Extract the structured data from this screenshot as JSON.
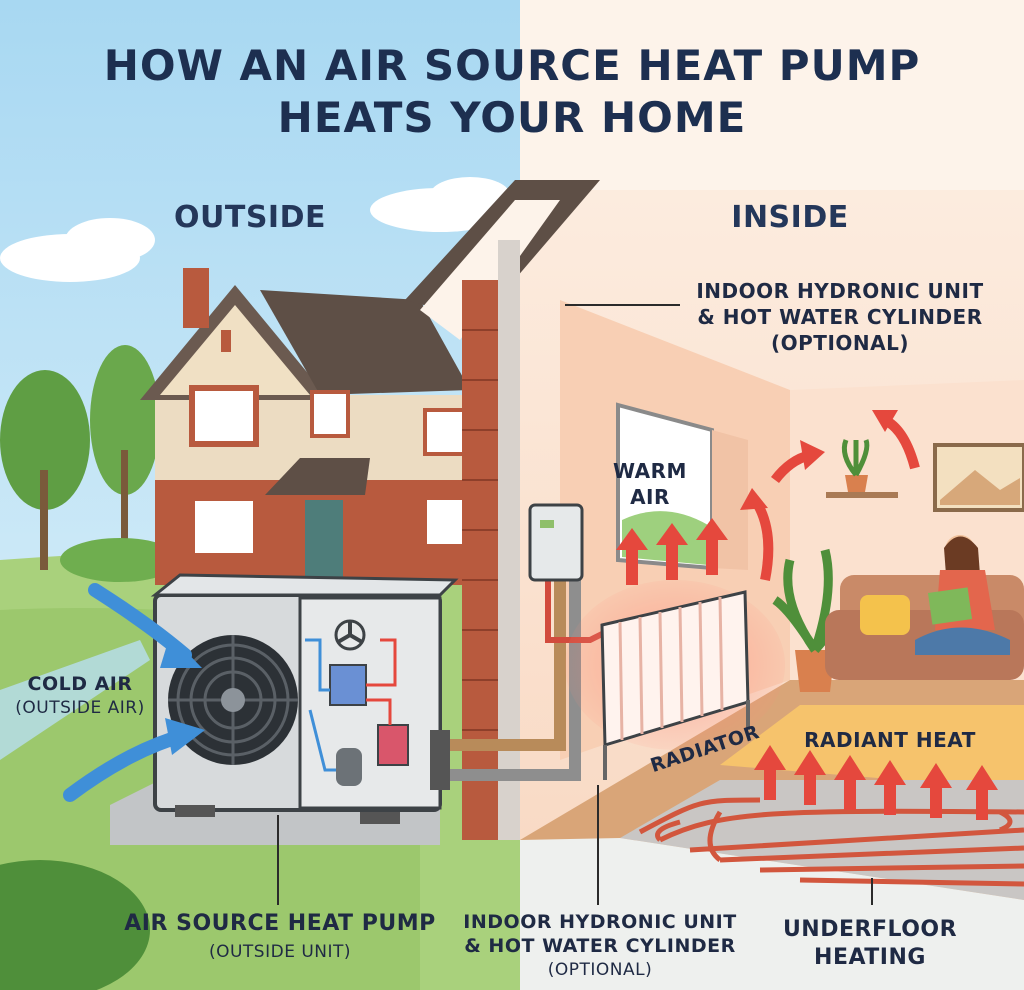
{
  "title": [
    "HOW AN AIR SOURCE HEAT PUMP",
    "HEATS YOUR HOME"
  ],
  "labels": {
    "outside": "OUTSIDE",
    "inside": "INSIDE",
    "indoor_top": [
      "INDOOR HYDRONIC UNIT",
      "& HOT WATER CYLINDER",
      "(OPTIONAL)"
    ],
    "warm_air": [
      "WARM",
      "AIR"
    ],
    "cold_air": "COLD AIR",
    "cold_air_sub": "(OUTSIDE AIR)",
    "radiant_heat": "RADIANT HEAT",
    "radiator": "RADIATOR",
    "ashp": "AIR SOURCE HEAT PUMP",
    "ashp_sub": "(OUTSIDE UNIT)",
    "indoor_bottom": [
      "INDOOR HYDRONIC UNIT",
      "& HOT WATER CYLINDER",
      "(OPTIONAL)"
    ],
    "underfloor": [
      "UNDERFLOOR",
      "HEATING"
    ]
  },
  "colors": {
    "sky": "#bfe3f4",
    "grass": "#a9d17c",
    "brick": "#b85a3e",
    "interior_wall": "#f9d7c0",
    "floor": "#e9a56a",
    "heat_arrow": "#e5483d",
    "cold_arrow": "#3f8fd8",
    "title": "#1d2f50"
  }
}
